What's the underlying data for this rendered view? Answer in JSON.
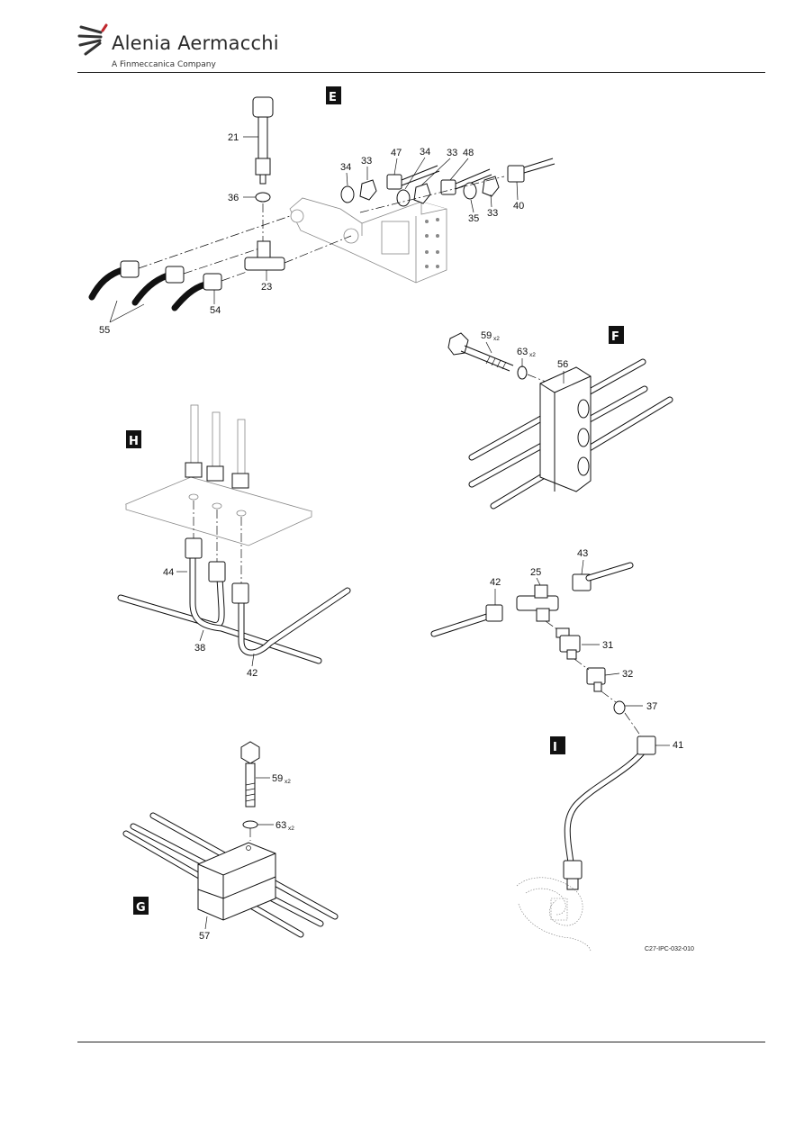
{
  "header": {
    "brand": "Alenia Aermacchi",
    "tagline": "A Finmeccanica Company"
  },
  "views": {
    "E": "E",
    "F": "F",
    "G": "G",
    "H": "H",
    "I": "I"
  },
  "callouts_E": [
    "21",
    "36",
    "34",
    "33",
    "47",
    "34",
    "33",
    "48",
    "35",
    "33",
    "40",
    "55",
    "54",
    "23"
  ],
  "callouts_F": {
    "bolt": "59",
    "bolt_qty": "x2",
    "washer": "63",
    "washer_qty": "x2",
    "clamp": "56"
  },
  "callouts_G": {
    "bolt": "59",
    "bolt_qty": "x2",
    "washer": "63",
    "washer_qty": "x2",
    "clamp": "57"
  },
  "callouts_H": [
    "44",
    "38",
    "42"
  ],
  "callouts_I": [
    "42",
    "25",
    "43",
    "31",
    "32",
    "37",
    "41"
  ],
  "figure_ref": "C27-IPC-032-010"
}
